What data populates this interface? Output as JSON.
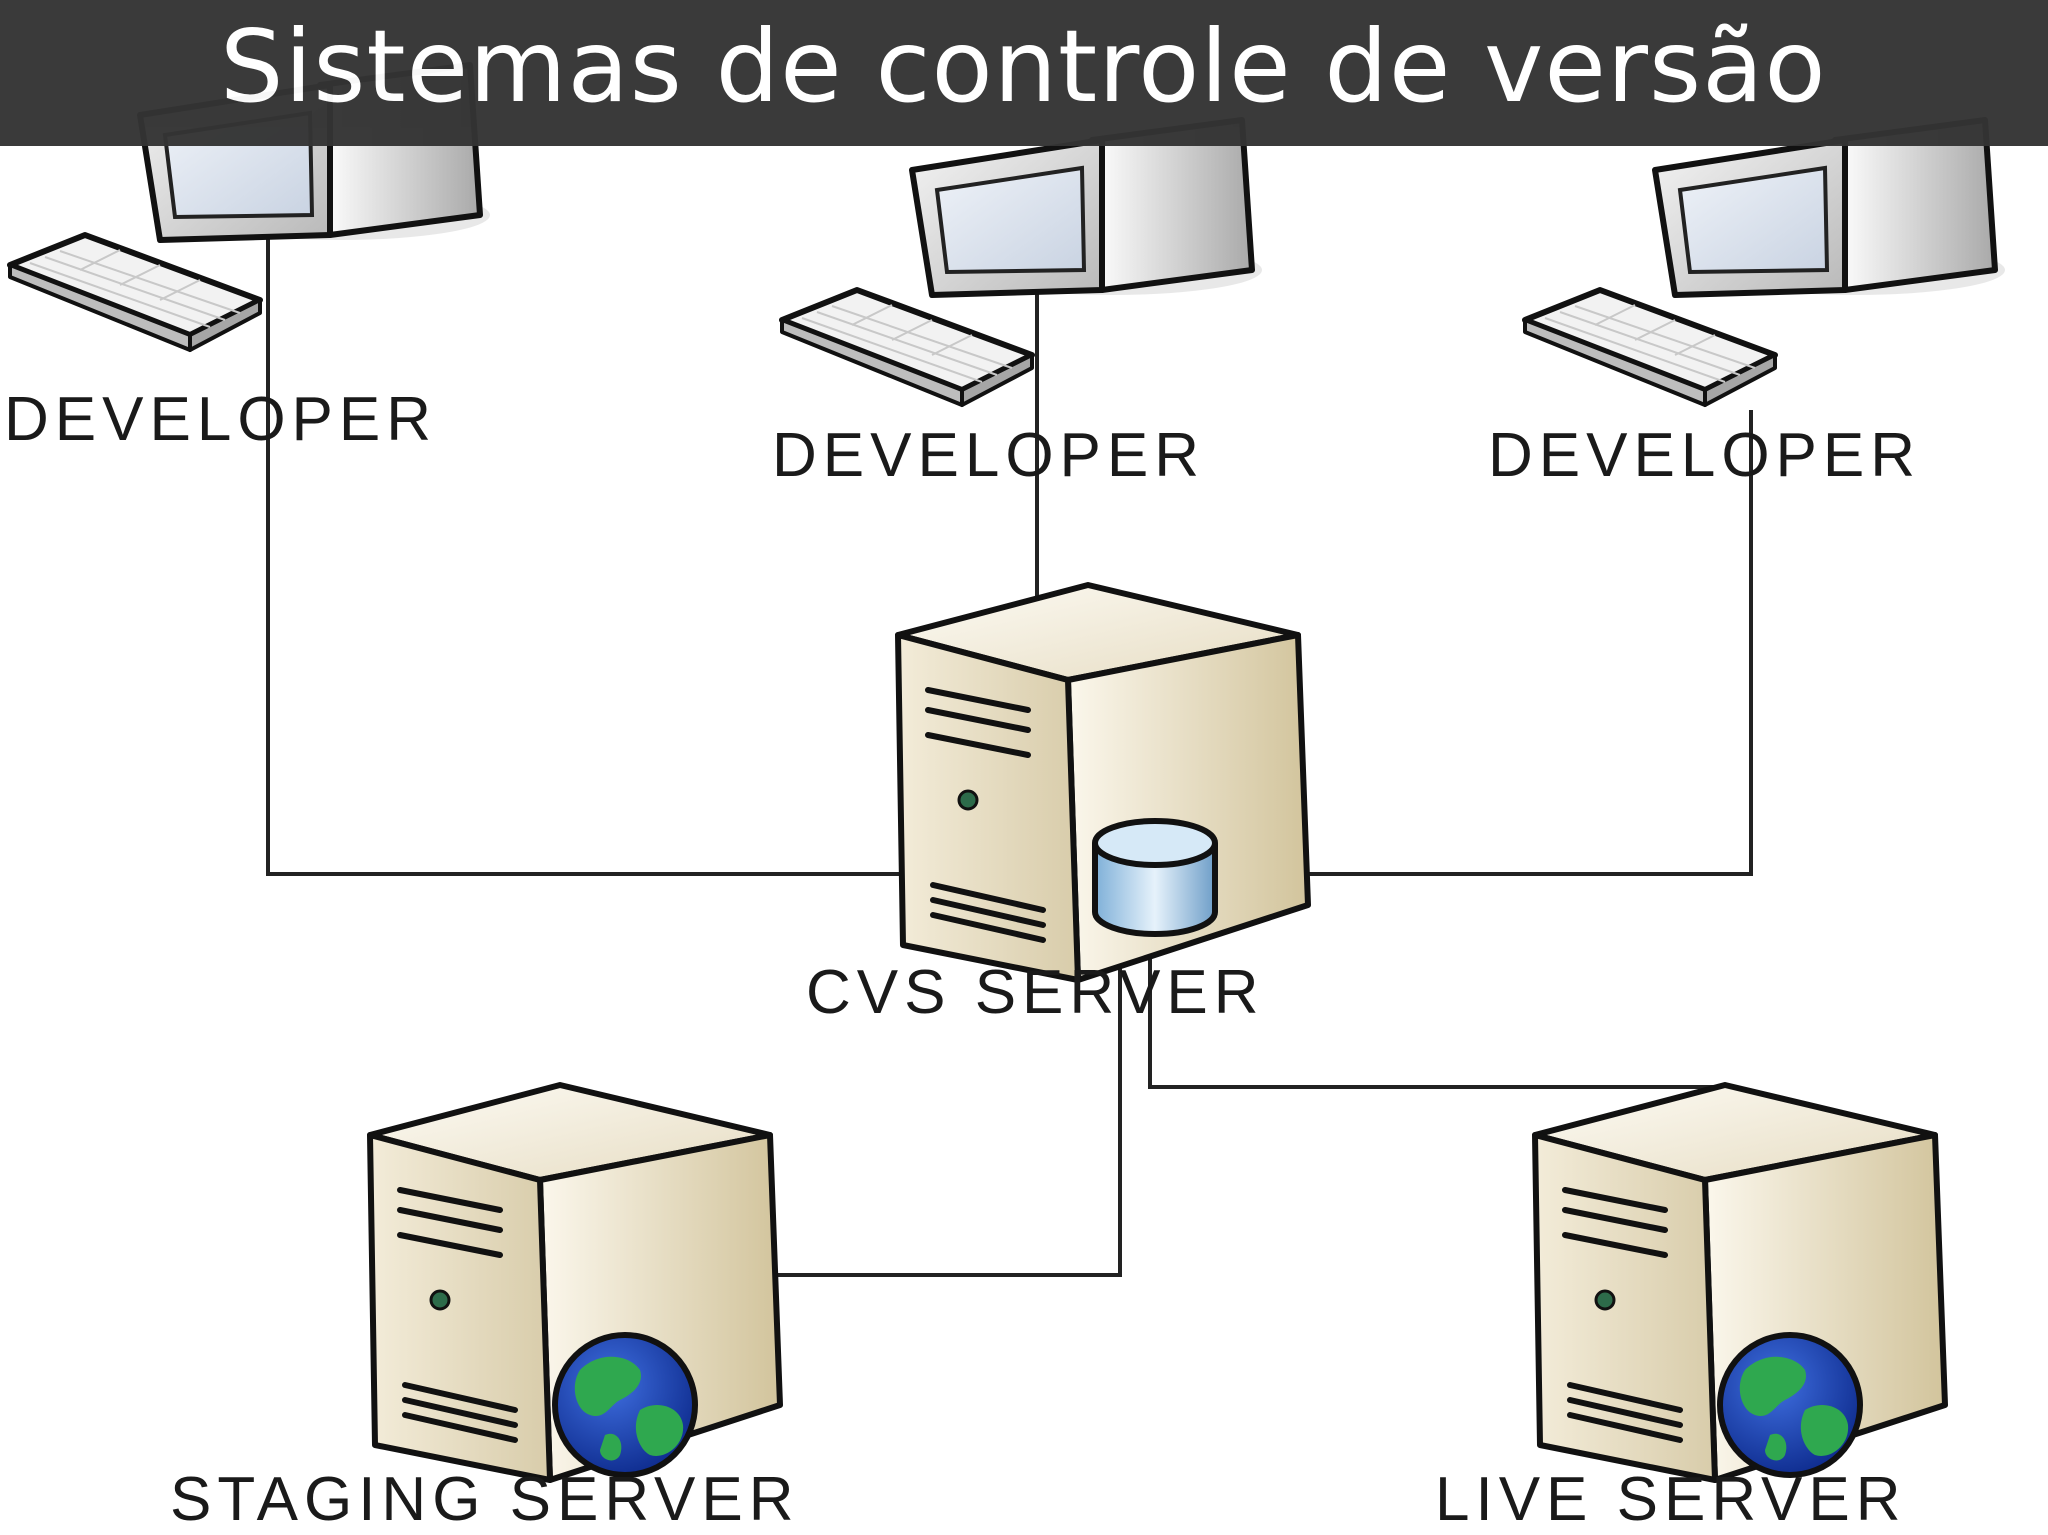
{
  "title": "Sistemas de controle de versão",
  "nodes": {
    "developer_1": {
      "label": "DEVELOPER"
    },
    "developer_2": {
      "label": "DEVELOPER"
    },
    "developer_3": {
      "label": "DEVELOPER"
    },
    "cvs_server": {
      "label": "CVS SERVER"
    },
    "staging_server": {
      "label": "STAGING SERVER"
    },
    "live_server": {
      "label": "LIVE SERVER"
    }
  },
  "colors": {
    "title_bar": "#343434",
    "title_text": "#ffffff",
    "server_body": "#e8dfc8",
    "database": "#a9cbe6",
    "globe_ocean": "#1e3fae",
    "globe_land": "#34a853"
  }
}
